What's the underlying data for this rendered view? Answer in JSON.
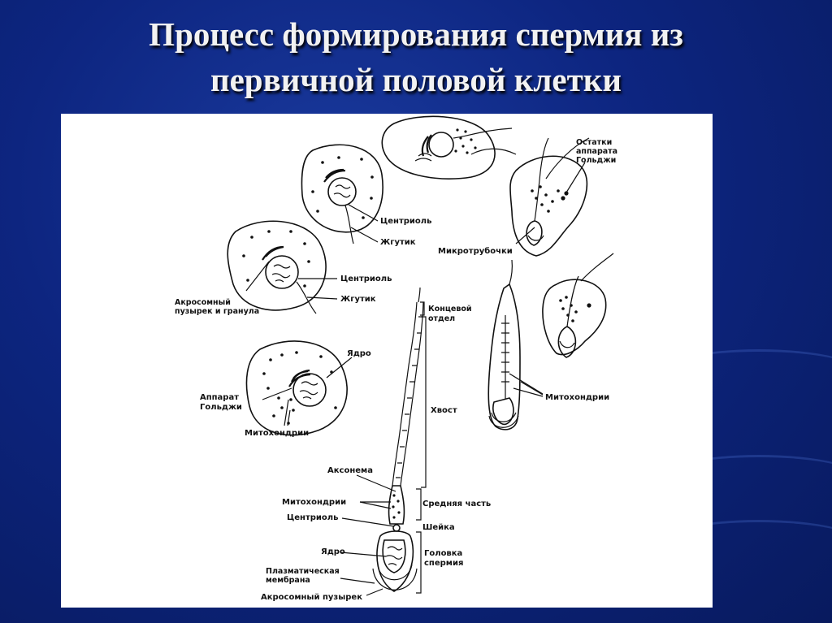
{
  "slide": {
    "title_line1": "Процесс формирования спермия из",
    "title_line2": "первичной половой клетки"
  },
  "diagram": {
    "labels": {
      "golgi_remnants_1": "Остатки",
      "golgi_remnants_2": "аппарата",
      "golgi_remnants_3": "Гольджи",
      "centriole_top": "Центриоль",
      "flagellum_top": "Жгутик",
      "microtubules": "Микротрубочки",
      "centriole_mid": "Центриоль",
      "flagellum_mid": "Жгутик",
      "acrosomal_vesicle_granule_1": "Акросомный",
      "acrosomal_vesicle_granule_2": "пузырек и гранула",
      "nucleus_cell": "Ядро",
      "golgi_apparatus_1": "Аппарат",
      "golgi_apparatus_2": "Гольджи",
      "mitochondria_cell": "Митохондрии",
      "end_piece_1": "Концевой",
      "end_piece_2": "отдел",
      "tail": "Хвост",
      "mitochondria_right": "Митохондрии",
      "axoneme": "Аксонема",
      "mitochondria_sperm": "Митохондрии",
      "middle_piece": "Средняя часть",
      "centriole_sperm": "Центриоль",
      "neck": "Шейка",
      "nucleus_sperm": "Ядро",
      "head_1": "Головка",
      "head_2": "спермия",
      "plasma_membrane_1": "Плазматическая",
      "plasma_membrane_2": "мембрана",
      "acrosomal_vesicle": "Акросомный пузырек"
    }
  }
}
